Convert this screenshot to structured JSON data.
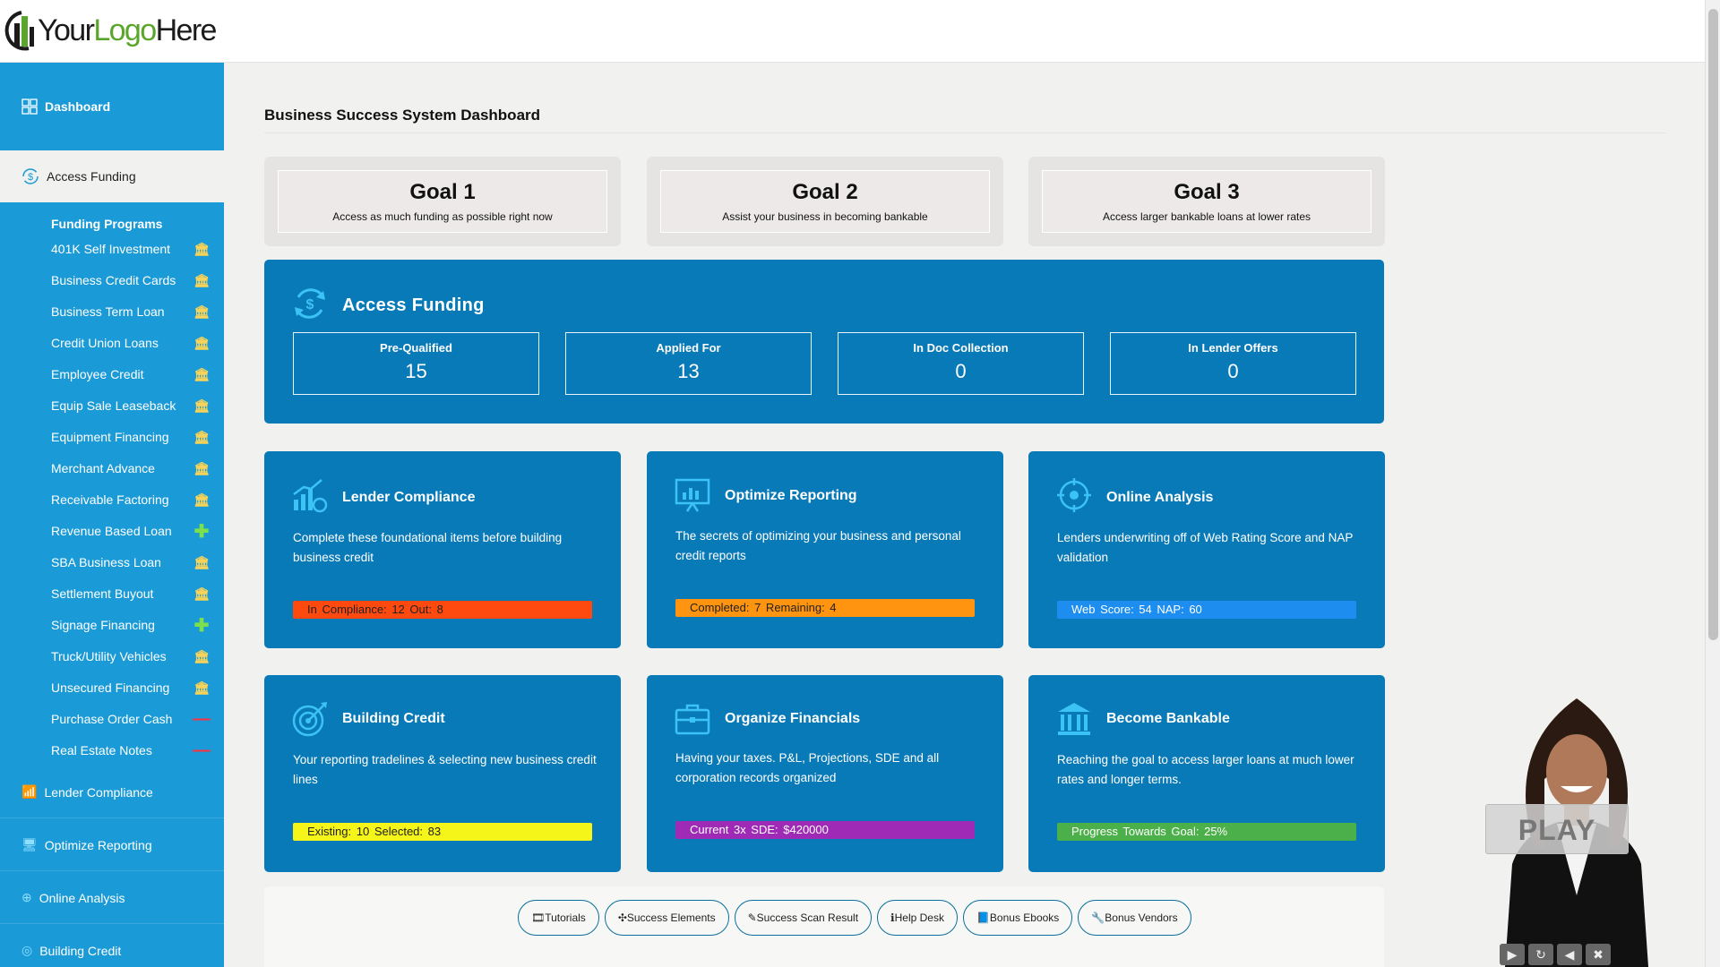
{
  "header": {
    "logo": {
      "word1": "Your",
      "word2": "Logo",
      "word3": "Here"
    }
  },
  "sidebar": {
    "dashboard_label": "Dashboard",
    "access_funding_label": "Access Funding",
    "funding_programs_heading": "Funding Programs",
    "programs": [
      {
        "label": "401K Self Investment",
        "icon": "bank-icon"
      },
      {
        "label": "Business Credit Cards",
        "icon": "bank-icon"
      },
      {
        "label": "Business Term Loan",
        "icon": "bank-icon"
      },
      {
        "label": "Credit Union Loans",
        "icon": "bank-icon"
      },
      {
        "label": "Employee Credit",
        "icon": "bank-icon"
      },
      {
        "label": "Equip Sale Leaseback",
        "icon": "bank-icon"
      },
      {
        "label": "Equipment Financing",
        "icon": "bank-icon"
      },
      {
        "label": "Merchant Advance",
        "icon": "bank-icon"
      },
      {
        "label": "Receivable Factoring",
        "icon": "bank-icon"
      },
      {
        "label": "Revenue Based Loan",
        "icon": "plus-icon"
      },
      {
        "label": "SBA Business Loan",
        "icon": "bank-icon"
      },
      {
        "label": "Settlement Buyout",
        "icon": "bank-icon"
      },
      {
        "label": "Signage Financing",
        "icon": "plus-icon"
      },
      {
        "label": "Truck/Utility Vehicles",
        "icon": "bank-icon"
      },
      {
        "label": "Unsecured Financing",
        "icon": "bank-icon"
      },
      {
        "label": "Purchase Order Cash",
        "icon": "minus-icon"
      },
      {
        "label": "Real Estate Notes",
        "icon": "minus-icon"
      }
    ],
    "main_items": [
      "Lender Compliance",
      "Optimize Reporting",
      "Online Analysis",
      "Building Credit"
    ]
  },
  "page": {
    "title": "Business Success System Dashboard"
  },
  "goals": [
    {
      "title": "Goal 1",
      "subtitle": "Access as much funding as possible right now"
    },
    {
      "title": "Goal 2",
      "subtitle": "Assist your business in becoming bankable"
    },
    {
      "title": "Goal 3",
      "subtitle": "Access larger bankable loans at lower rates"
    }
  ],
  "access_funding": {
    "title": "Access Funding",
    "stats": [
      {
        "label": "Pre-Qualified",
        "value": "15"
      },
      {
        "label": "Applied For",
        "value": "13"
      },
      {
        "label": "In Doc Collection",
        "value": "0"
      },
      {
        "label": "In Lender Offers",
        "value": "0"
      }
    ]
  },
  "cards": [
    {
      "title": "Lender Compliance",
      "desc": "Complete these foundational items before building business credit",
      "bar": "In Compliance:  12   Out:  8",
      "bar_color": "#ff4a0f",
      "bar_text_color": "#222"
    },
    {
      "title": "Optimize Reporting",
      "desc": "The secrets of optimizing your business and personal credit reports",
      "bar": "Completed:  7    Remaining:  4",
      "bar_color": "#ff9410",
      "bar_text_color": "#222"
    },
    {
      "title": "Online Analysis",
      "desc": "Lenders underwriting off of Web Rating Score and NAP validation",
      "bar": "Web Score:  54     NAP:  60",
      "bar_color": "#1d8ef0",
      "bar_text_color": "#fff"
    },
    {
      "title": "Building Credit",
      "desc": "Your reporting tradelines & selecting new business credit lines",
      "bar": "Existing:  10    Selected:  83",
      "bar_color": "#f6f51a",
      "bar_text_color": "#222"
    },
    {
      "title": "Organize Financials",
      "desc": "Having your taxes. P&L, Projections, SDE and all corporation records organized",
      "bar": "Current 3x SDE:     $420000",
      "bar_color": "#9f2ab5",
      "bar_text_color": "#fff"
    },
    {
      "title": "Become Bankable",
      "desc": "Reaching the goal to access larger loans at much lower rates and longer terms.",
      "bar": "Progress Towards Goal:  25%",
      "bar_color": "#4cb04a",
      "bar_text_color": "#fff"
    }
  ],
  "bottom_buttons": [
    "Tutorials",
    "Success Elements",
    "Success Scan Result",
    "Help Desk",
    "Bonus Ebooks",
    "Bonus Vendors"
  ],
  "video": {
    "play_label": "PLAY"
  }
}
